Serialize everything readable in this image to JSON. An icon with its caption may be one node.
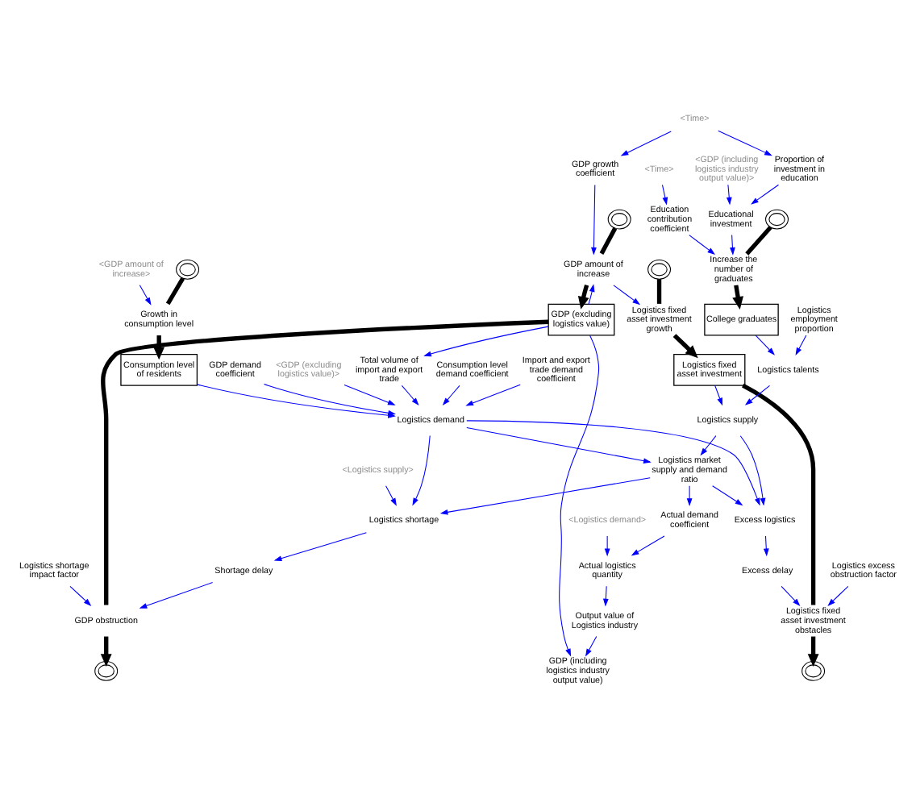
{
  "diagram": {
    "nodes": [
      {
        "text": [
          "GDP growth coefficient"
        ]
      },
      {
        "text": [],
        "shape": "cloud"
      },
      {
        "text": [
          "GDP amount of increase"
        ]
      },
      {
        "text": [
          "GDP (excluding logistics value)"
        ]
      },
      {
        "text": [
          "GDP obstruction"
        ]
      },
      {
        "text": [],
        "shape": "cloud"
      },
      {
        "text": [
          "GDP (including logistics industry output value)"
        ]
      },
      {
        "text": [
          "<GDP (including logistics industry output value)>"
        ]
      },
      {
        "text": [
          "Logistics shortage impact factor"
        ]
      },
      {
        "text": [
          "<GDP amount of increase>"
        ]
      },
      {
        "text": [
          "<Time>"
        ]
      },
      {
        "text": [
          "Shortage delay"
        ]
      },
      {
        "text": [
          "Proportion of investment in education"
        ]
      },
      {
        "text": [
          "Total volume of import and export trade"
        ]
      },
      {
        "text": [
          "Consumption level of residents"
        ]
      },
      {
        "text": [
          "Growth in consumption level"
        ]
      },
      {
        "text": [],
        "shape": "cloud"
      },
      {
        "text": [
          "Output value of Logistics industry"
        ]
      },
      {
        "text": [
          "Educational investment"
        ]
      },
      {
        "text": [],
        "shape": "cloud"
      },
      {
        "text": [
          "Logistics fixed asset investment growth"
        ]
      },
      {
        "text": [
          "Logistics fixed asset investment"
        ]
      },
      {
        "text": [
          "Logistics fixed asset investment obstacles"
        ]
      },
      {
        "text": [],
        "shape": "cloud"
      },
      {
        "text": [
          "<GDP (excluding logistics value)>"
        ]
      },
      {
        "text": [
          "Consumption level demand coefficient"
        ]
      },
      {
        "text": [
          "<Logistics supply>"
        ]
      },
      {
        "text": [
          "Excess delay"
        ]
      },
      {
        "text": [
          "Logistics demand"
        ]
      },
      {
        "text": [
          "Logistics shortage"
        ]
      },
      {
        "text": [],
        "shape": "cloud"
      },
      {
        "text": [
          "Increase the number of graduates"
        ]
      },
      {
        "text": [
          "College graduates"
        ]
      },
      {
        "text": [
          "Logistics excess obstruction factor"
        ]
      },
      {
        "text": [
          "Import and export trade demand coefficient"
        ]
      },
      {
        "text": [
          "Actual logistics quantity"
        ]
      },
      {
        "text": [
          "Excess logistics"
        ]
      },
      {
        "text": [
          "Logistics talents"
        ]
      },
      {
        "text": [
          "GDP demand coefficient"
        ]
      },
      {
        "text": [
          "Education contribution coefficient"
        ]
      },
      {
        "text": [
          "Logistics employment proportion"
        ]
      },
      {
        "text": [
          "<Logistics demand>"
        ]
      },
      {
        "text": [
          "Actual demand coefficient"
        ]
      },
      {
        "text": [
          "Logistics supply"
        ]
      },
      {
        "text": [
          "Logistics market supply and demand ratio"
        ]
      },
      {
        "text": [
          "<Time>"
        ]
      }
    ],
    "edges": [
      {
        "from": 1,
        "to": 2,
        "arrow": "none",
        "style": "thick",
        "color": "#000000"
      },
      {
        "from": 2,
        "to": 3,
        "arrow": "to",
        "style": "thick",
        "color": "#000000"
      },
      {
        "from": 3,
        "to": 4,
        "arrow": "none",
        "style": "thick",
        "color": "#000000"
      },
      {
        "from": 4,
        "to": 5,
        "arrow": "to",
        "style": "thick",
        "color": "#000000"
      },
      {
        "from": 19,
        "to": 20,
        "arrow": "none",
        "style": "thick",
        "color": "#000000"
      },
      {
        "from": 20,
        "to": 21,
        "arrow": "to",
        "style": "thick",
        "color": "#000000"
      },
      {
        "from": 21,
        "to": 22,
        "arrow": "none",
        "style": "thick",
        "color": "#000000"
      },
      {
        "from": 22,
        "to": 23,
        "arrow": "to",
        "style": "thick",
        "color": "#000000"
      },
      {
        "from": 30,
        "to": 31,
        "arrow": "none",
        "style": "thick",
        "color": "#000000"
      },
      {
        "from": 31,
        "to": 32,
        "arrow": "to",
        "style": "thick",
        "color": "#000000"
      },
      {
        "from": 16,
        "to": 15,
        "arrow": "none",
        "style": "thick",
        "color": "#000000"
      },
      {
        "from": 15,
        "to": 14,
        "arrow": "to",
        "style": "thick",
        "color": "#000000"
      },
      {
        "from": 0,
        "to": 2,
        "arrow": "to"
      },
      {
        "from": 10,
        "to": 0,
        "arrow": "to"
      },
      {
        "from": 10,
        "to": 12,
        "arrow": "to"
      },
      {
        "from": 7,
        "to": 18,
        "arrow": "to"
      },
      {
        "from": 12,
        "to": 18,
        "arrow": "to"
      },
      {
        "from": 2,
        "to": 20,
        "arrow": "to"
      },
      {
        "from": 3,
        "to": 2,
        "arrow": "to"
      },
      {
        "from": 3,
        "to": 13,
        "arrow": "to"
      },
      {
        "from": 3,
        "to": 6,
        "arrow": "to"
      },
      {
        "from": 8,
        "to": 4,
        "arrow": "to"
      },
      {
        "from": 11,
        "to": 4,
        "arrow": "to"
      },
      {
        "from": 17,
        "to": 6,
        "arrow": "to"
      },
      {
        "from": 9,
        "to": 15,
        "arrow": "to"
      },
      {
        "from": 29,
        "to": 11,
        "arrow": "to"
      },
      {
        "from": 35,
        "to": 17,
        "arrow": "to"
      },
      {
        "from": 26,
        "to": 29,
        "arrow": "to"
      },
      {
        "from": 14,
        "to": 28,
        "arrow": "to"
      },
      {
        "from": 24,
        "to": 28,
        "arrow": "to"
      },
      {
        "from": 13,
        "to": 28,
        "arrow": "to"
      },
      {
        "from": 25,
        "to": 28,
        "arrow": "to"
      },
      {
        "from": 34,
        "to": 28,
        "arrow": "to"
      },
      {
        "from": 38,
        "to": 28,
        "arrow": "to"
      },
      {
        "from": 28,
        "to": 29,
        "arrow": "to"
      },
      {
        "from": 28,
        "to": 36,
        "arrow": "to"
      },
      {
        "from": 28,
        "to": 44,
        "arrow": "to"
      },
      {
        "from": 44,
        "to": 29,
        "arrow": "to"
      },
      {
        "from": 44,
        "to": 42,
        "arrow": "to"
      },
      {
        "from": 42,
        "to": 35,
        "arrow": "to"
      },
      {
        "from": 41,
        "to": 35,
        "arrow": "to"
      },
      {
        "from": 44,
        "to": 36,
        "arrow": "to"
      },
      {
        "from": 43,
        "to": 36,
        "arrow": "to"
      },
      {
        "from": 43,
        "to": 44,
        "arrow": "to"
      },
      {
        "from": 36,
        "to": 27,
        "arrow": "to"
      },
      {
        "from": 27,
        "to": 22,
        "arrow": "to"
      },
      {
        "from": 33,
        "to": 22,
        "arrow": "to"
      },
      {
        "from": 21,
        "to": 43,
        "arrow": "to"
      },
      {
        "from": 18,
        "to": 31,
        "arrow": "to"
      },
      {
        "from": 39,
        "to": 31,
        "arrow": "to"
      },
      {
        "from": 45,
        "to": 39,
        "arrow": "to"
      },
      {
        "from": 32,
        "to": 37,
        "arrow": "to"
      },
      {
        "from": 40,
        "to": 37,
        "arrow": "to"
      },
      {
        "from": 37,
        "to": 43,
        "arrow": "to"
      }
    ]
  }
}
